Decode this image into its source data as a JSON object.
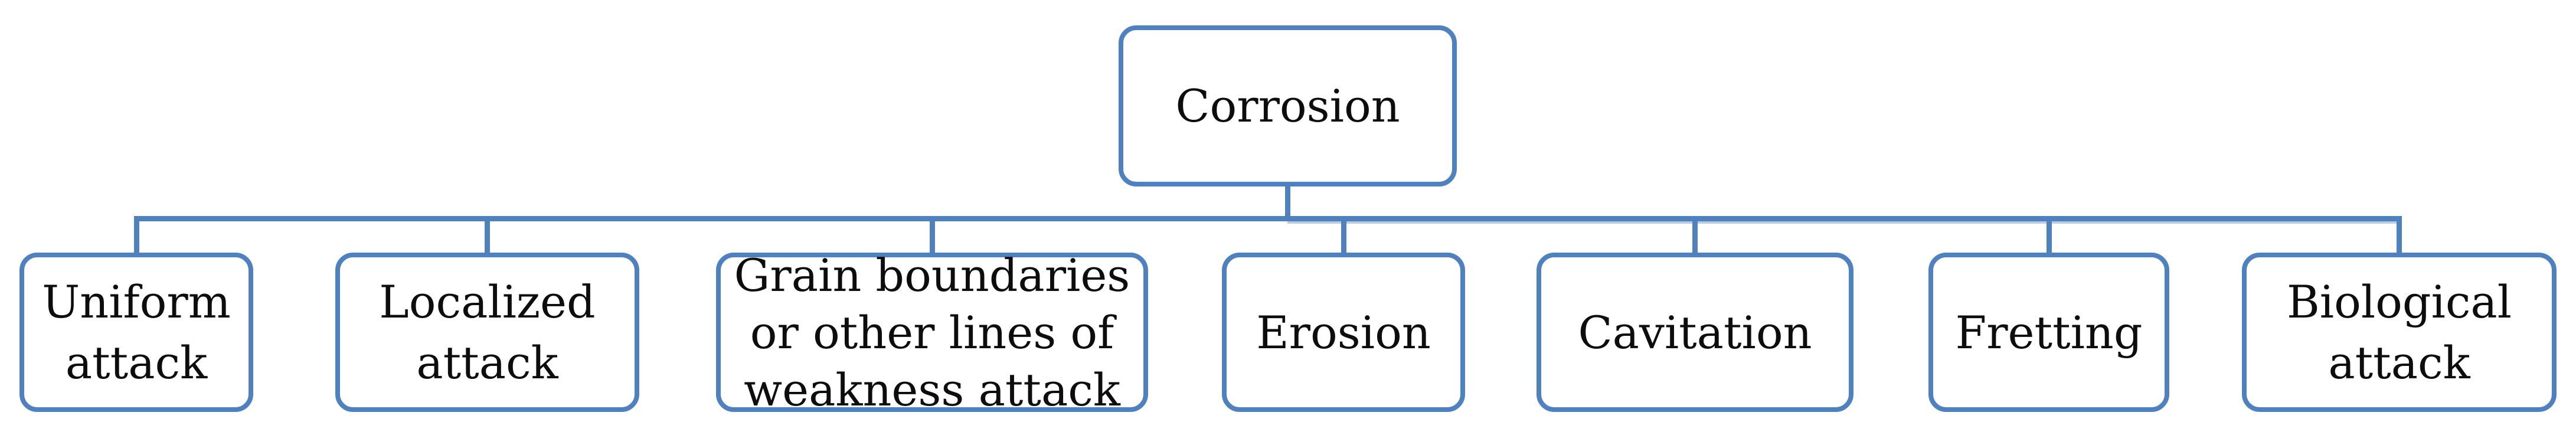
{
  "diagram": {
    "title": "Corrosion types flowchart",
    "colors": {
      "box_border": "#4e81bd",
      "connector": "#4f81bd",
      "connector_echo": "#b8cde2",
      "text": "#0d0d0d",
      "background": "#ffffff"
    },
    "root": {
      "label": "Corrosion"
    },
    "children": [
      {
        "id": "uniform-attack",
        "lines": [
          "Uniform",
          "attack"
        ]
      },
      {
        "id": "localized-attack",
        "lines": [
          "Localized",
          "attack"
        ]
      },
      {
        "id": "grain-boundaries",
        "lines": [
          "Grain boundaries",
          "or other lines of",
          "weakness attack"
        ]
      },
      {
        "id": "erosion",
        "lines": [
          "Erosion"
        ]
      },
      {
        "id": "cavitation",
        "lines": [
          "Cavitation"
        ]
      },
      {
        "id": "fretting",
        "lines": [
          "Fretting"
        ]
      },
      {
        "id": "biological-attack",
        "lines": [
          "Biological",
          "attack"
        ]
      }
    ]
  }
}
